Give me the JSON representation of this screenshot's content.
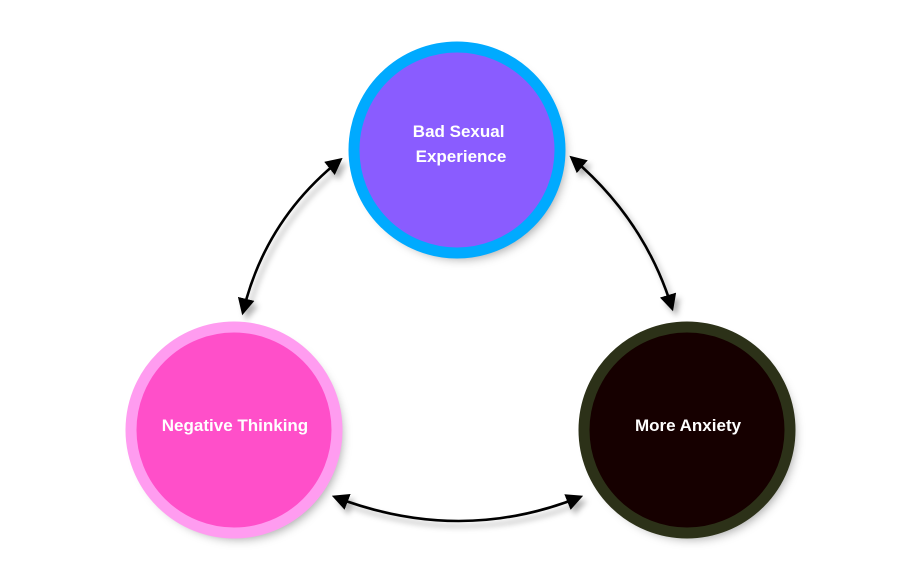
{
  "nodes": {
    "top": {
      "lines": [
        "Bad Sexual",
        "Experience"
      ],
      "fill": "#8a5cff",
      "ring": "#00aaff"
    },
    "left": {
      "lines": [
        "Negative Thinking"
      ],
      "fill": "#ff4fc9",
      "ring": "#ff9cf0"
    },
    "right": {
      "lines": [
        "More Anxiety"
      ],
      "fill": "#130000",
      "ring": "#2c3118"
    }
  },
  "connectors": [
    {
      "from": "top",
      "to": "left",
      "direction": "bidirectional"
    },
    {
      "from": "top",
      "to": "right",
      "direction": "bidirectional"
    },
    {
      "from": "left",
      "to": "right",
      "direction": "bidirectional"
    }
  ],
  "colors": {
    "arrow": "#000000",
    "text": "#ffffff",
    "background": "#ffffff"
  }
}
